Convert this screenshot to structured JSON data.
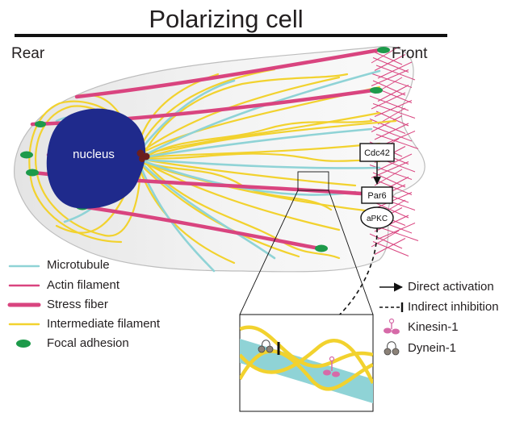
{
  "title": "Polarizing cell",
  "rear_label": "Rear",
  "front_label": "Front",
  "nucleus_label": "nucleus",
  "signaling": {
    "cdc42": "Cdc42",
    "par6": "Par6",
    "apkc": "aPKC"
  },
  "legend_left": [
    {
      "label": "Microtubule",
      "color": "#8fd3d6",
      "style": "thin-line"
    },
    {
      "label": "Actin filament",
      "color": "#d9447f",
      "style": "thin-line"
    },
    {
      "label": "Stress fiber",
      "color": "#d9447f",
      "style": "thick-line"
    },
    {
      "label": "Intermediate filament",
      "color": "#f2d22e",
      "style": "thin-line"
    },
    {
      "label": "Focal adhesion",
      "color": "#1d9a4a",
      "style": "ellipse"
    }
  ],
  "legend_right": [
    {
      "label": "Direct activation",
      "icon": "arrow-icon"
    },
    {
      "label": "Indirect inhibition",
      "icon": "dashed-inhibition-icon"
    },
    {
      "label": "Kinesin-1",
      "icon": "kinesin-icon"
    },
    {
      "label": "Dynein-1",
      "icon": "dynein-icon"
    }
  ],
  "colors": {
    "nucleus": "#1f2a8c",
    "centrosome": "#6b1f1f",
    "cell_fill": "#f1f1f1",
    "cell_stroke": "#b8b8b8",
    "kinesin": "#d66aa8",
    "dynein": "#8c8278"
  }
}
